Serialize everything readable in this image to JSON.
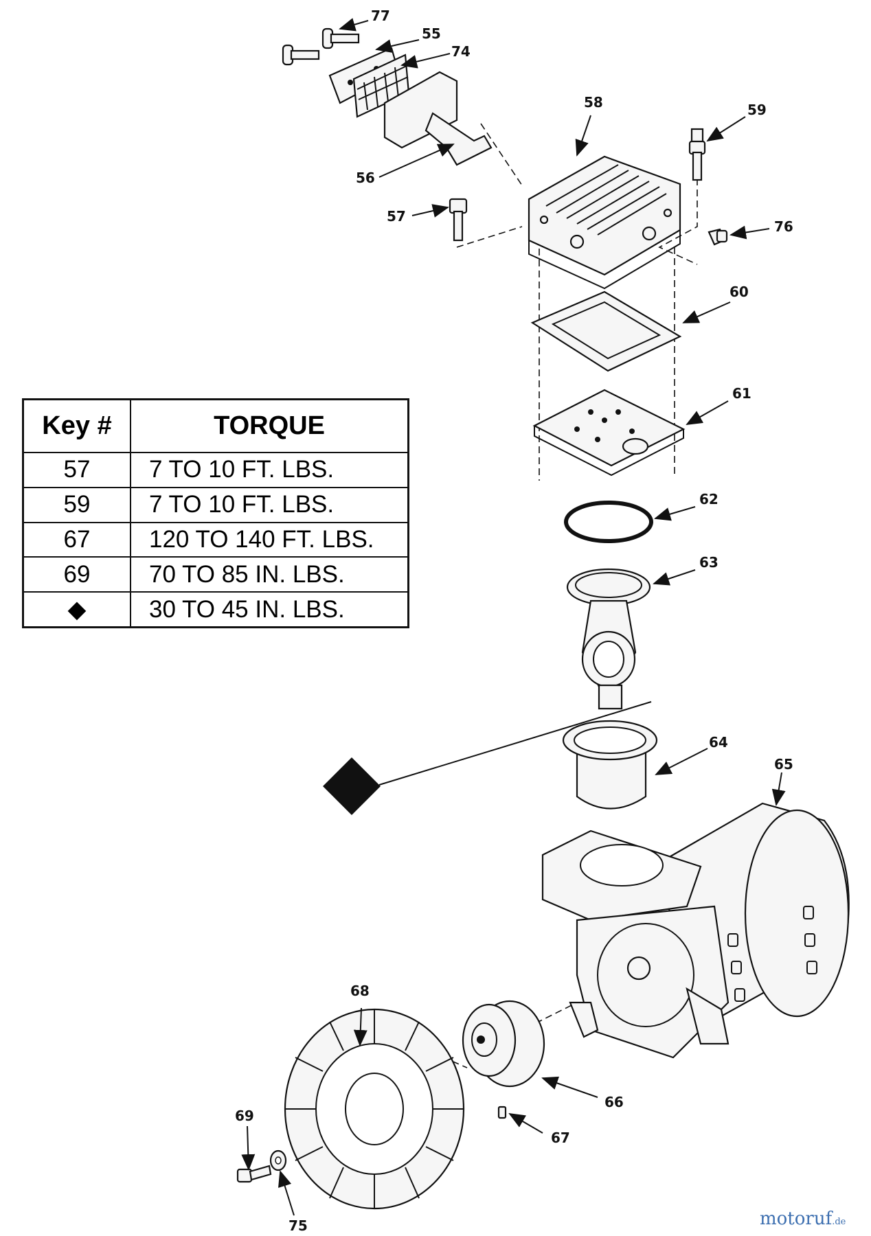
{
  "callouts": {
    "c55": "55",
    "c56": "56",
    "c57": "57",
    "c58": "58",
    "c59": "59",
    "c60": "60",
    "c61": "61",
    "c62": "62",
    "c63": "63",
    "c64": "64",
    "c65": "65",
    "c66": "66",
    "c67": "67",
    "c68": "68",
    "c69": "69",
    "c74": "74",
    "c75": "75",
    "c76": "76",
    "c77": "77"
  },
  "torque_table": {
    "header_key": "Key #",
    "header_torque": "TORQUE",
    "rows": [
      {
        "key": "57",
        "torque": "7 TO 10 FT. LBS."
      },
      {
        "key": "59",
        "torque": "7 TO 10 FT. LBS."
      },
      {
        "key": "67",
        "torque": "120 TO 140 FT. LBS."
      },
      {
        "key": "69",
        "torque": "70 TO 85 IN. LBS."
      },
      {
        "key": "◆",
        "torque": "30 TO 45 IN. LBS."
      }
    ]
  },
  "watermark": {
    "brand": "motoruf",
    "domain": ".de",
    "color": "#3d6fb0"
  }
}
